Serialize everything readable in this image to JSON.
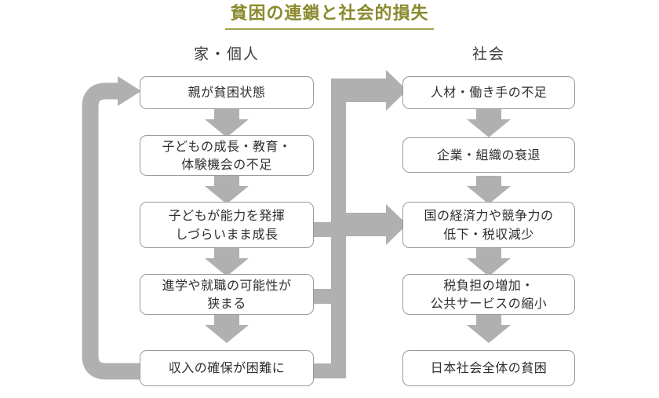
{
  "title": "貧困の連鎖と社会的損失",
  "theme": {
    "title_color": "#8a8a2f",
    "title_underline_color": "#a3a352",
    "arrow_color": "#b0b0b0",
    "box_border_color": "#9a9a9a",
    "box_fill_color": "#ffffff",
    "text_color": "#2e2e2e"
  },
  "columns": [
    {
      "id": "left",
      "header": "家・個人"
    },
    {
      "id": "right",
      "header": "社会"
    }
  ],
  "left_column": {
    "header": "家・個人",
    "nodes": [
      {
        "id": "l1",
        "text": "親が貧困状態"
      },
      {
        "id": "l2",
        "text": "子どもの成長・教育・\n体験機会の不足"
      },
      {
        "id": "l3",
        "text": "子どもが能力を発揮\nしづらいまま成長"
      },
      {
        "id": "l4",
        "text": "進学や就職の可能性が\n狭まる"
      },
      {
        "id": "l5",
        "text": "収入の確保が困難に"
      }
    ]
  },
  "right_column": {
    "header": "社会",
    "nodes": [
      {
        "id": "r1",
        "text": "人材・働き手の不足"
      },
      {
        "id": "r2",
        "text": "企業・組織の衰退"
      },
      {
        "id": "r3",
        "text": "国の経済力や競争力の\n低下・税収減少"
      },
      {
        "id": "r4",
        "text": "税負担の増加・\n公共サービスの縮小"
      },
      {
        "id": "r5",
        "text": "日本社会全体の貧困"
      }
    ]
  },
  "connections": [
    {
      "id": "l1-l2",
      "from": "l1",
      "to": "l2",
      "kind": "down-arrow"
    },
    {
      "id": "l2-l3",
      "from": "l2",
      "to": "l3",
      "kind": "down-arrow"
    },
    {
      "id": "l3-l4",
      "from": "l3",
      "to": "l4",
      "kind": "down-arrow"
    },
    {
      "id": "l4-l5",
      "from": "l4",
      "to": "l5",
      "kind": "down-arrow"
    },
    {
      "id": "r1-r2",
      "from": "r1",
      "to": "r2",
      "kind": "down-arrow"
    },
    {
      "id": "r2-r3",
      "from": "r2",
      "to": "r3",
      "kind": "down-arrow"
    },
    {
      "id": "r3-r4",
      "from": "r3",
      "to": "r4",
      "kind": "down-arrow"
    },
    {
      "id": "r4-r5",
      "from": "r4",
      "to": "r5",
      "kind": "down-arrow"
    },
    {
      "id": "l5-l1-feedback",
      "from": "l5",
      "to": "l1",
      "kind": "loop-back-arrow"
    },
    {
      "id": "left-trunk-to-r1",
      "from": "l3,l4,l5",
      "to": "r1",
      "kind": "trunk-arrow"
    },
    {
      "id": "left-trunk-to-r3",
      "from": "l3,l4,l5",
      "to": "r3",
      "kind": "trunk-arrow"
    }
  ]
}
